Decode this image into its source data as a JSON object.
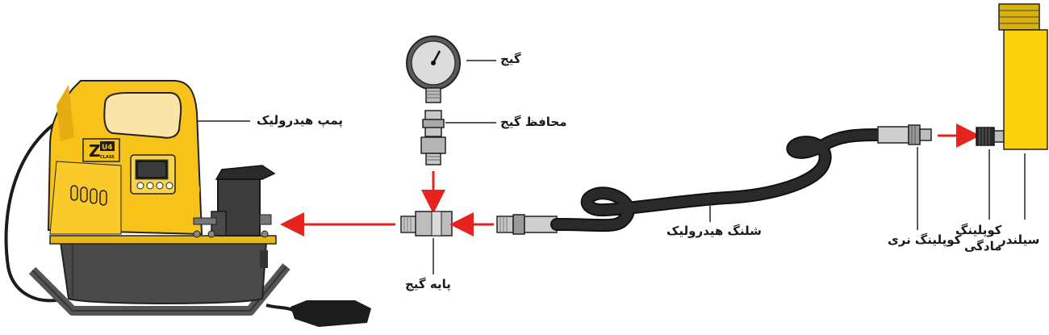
{
  "labels": {
    "gauge": "گیج",
    "gauge_protector": "محافظ گیج",
    "pump": "پمپ هیدرولیک",
    "gauge_base": "پایه گیج",
    "hose": "شلنگ هیدرولیک",
    "male_coupler": "کوپلینگ نری",
    "female_coupler_line1": "کوپلینگ",
    "female_coupler_line2": "مادگی",
    "cylinder": "سیلندر"
  },
  "pump_badge": {
    "letter": "Z",
    "model": "U4",
    "class": "CLASS"
  },
  "colors": {
    "pump_yellow": "#f7c21a",
    "cylinder_yellow": "#fcd20f",
    "hose_black": "#1c1c1c",
    "arrow_red": "#e52420",
    "reservoir_gray": "#4a4a4a",
    "steel": "#c8c8c8"
  }
}
